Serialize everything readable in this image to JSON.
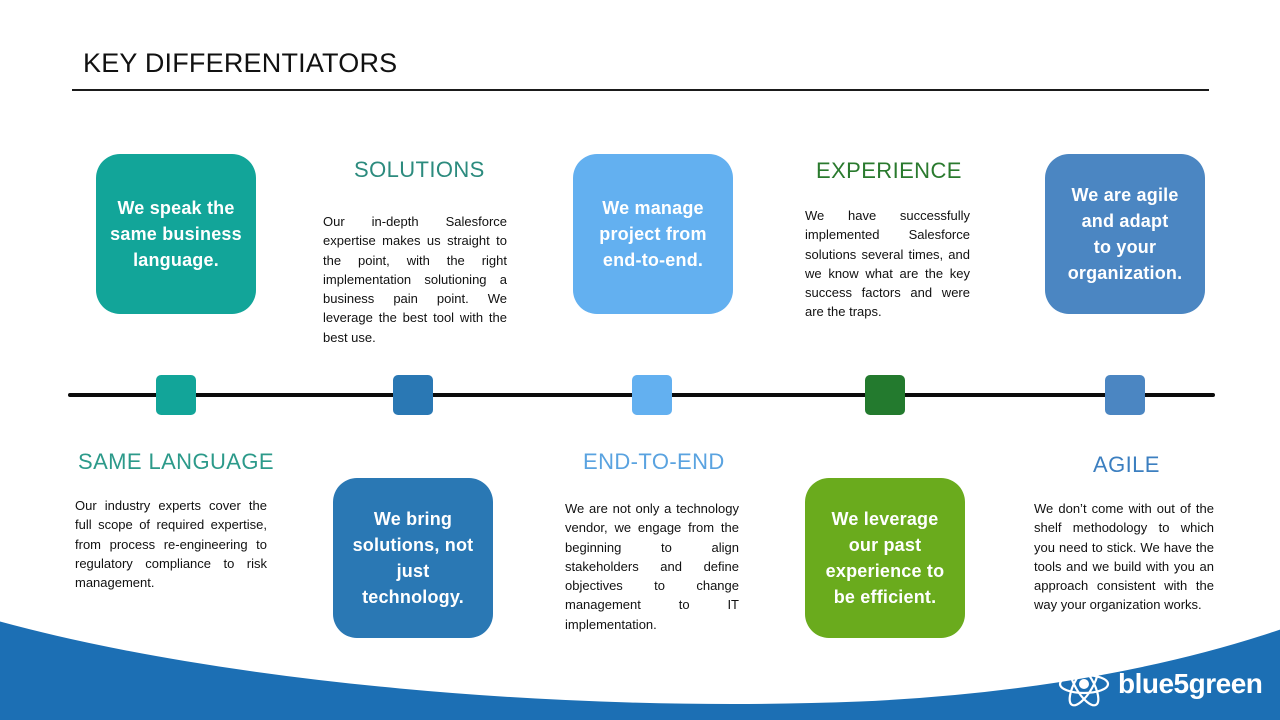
{
  "slide": {
    "title": "KEY DIFFERENTIATORS"
  },
  "cards": {
    "same_language": "We speak the same business language.",
    "end_to_end": "We manage project from end-to-end.",
    "agile": "We are agile and adapt\nto your organization.",
    "solutions": "We bring solutions, not just\ntechnology.",
    "experience": "We leverage our past experience to be efficient."
  },
  "headings": {
    "solutions": "SOLUTIONS",
    "experience": "EXPERIENCE",
    "same_language": "SAME LANGUAGE",
    "end_to_end": "END-TO-END",
    "agile": "AGILE"
  },
  "descriptions": {
    "solutions": "Our in-depth Salesforce expertise makes us straight to the point, with the right implementation solutioning a business pain point. We leverage the best tool with the best use.",
    "experience": "We have successfully implemented Salesforce solutions several times, and we know what are the key success factors and were are the traps.",
    "same_language": "Our industry experts cover the full scope of required expertise, from process re-engineering to regulatory compliance to risk management.",
    "end_to_end": "We are not only a technology vendor, we engage from the beginning to align stakeholders and define objectives to change management to IT implementation.",
    "agile": "We don’t come with out of the shelf methodology to which you need to stick. We have the tools and we build with you an approach consistent with the way your organization works."
  },
  "colors": {
    "teal": "#12a599",
    "dark_blue": "#2a78b4",
    "light_blue": "#63b0f0",
    "dark_green": "#237a2e",
    "steel_blue": "#4b86c2",
    "lime_green": "#6aab1d",
    "heading_teal": "#2c8b7e",
    "heading_experience": "#2a7a2e",
    "heading_agile": "#3c7fc0",
    "heading_end_to_end": "#5aa3e0",
    "wave_blue": "#1c6fb4"
  },
  "logo": {
    "text": "blue5green",
    "icon": "atom-icon"
  }
}
